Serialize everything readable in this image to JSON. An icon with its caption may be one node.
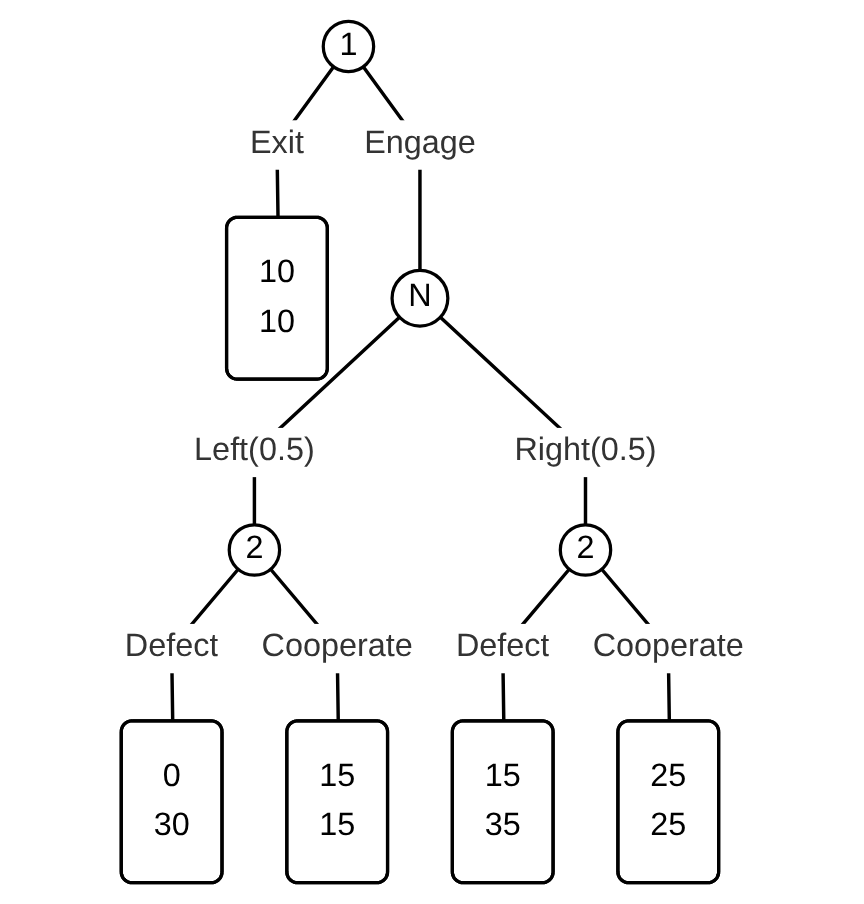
{
  "diagram": {
    "nodes": [
      {
        "text": [
          "1"
        ]
      },
      {
        "text": [
          "10",
          "10"
        ]
      },
      {
        "text": [
          "N"
        ]
      },
      {
        "text": [
          "2"
        ]
      },
      {
        "text": [
          "2"
        ]
      },
      {
        "text": [
          "0",
          "30"
        ]
      },
      {
        "text": [
          "15",
          "15"
        ]
      },
      {
        "text": [
          "15",
          "35"
        ]
      },
      {
        "text": [
          "25",
          "25"
        ]
      }
    ],
    "edges": [
      {
        "from": 0,
        "to": 1,
        "arrow": "none",
        "label": "Exit"
      },
      {
        "from": 0,
        "to": 2,
        "arrow": "none",
        "label": "Engage"
      },
      {
        "from": 2,
        "to": 3,
        "arrow": "none",
        "label": "Left(0.5)"
      },
      {
        "from": 2,
        "to": 4,
        "arrow": "none",
        "label": "Right(0.5)"
      },
      {
        "from": 3,
        "to": 5,
        "arrow": "none",
        "label": "Defect"
      },
      {
        "from": 3,
        "to": 6,
        "arrow": "none",
        "label": "Cooperate"
      },
      {
        "from": 4,
        "to": 7,
        "arrow": "none",
        "label": "Defect"
      },
      {
        "from": 4,
        "to": 8,
        "arrow": "none",
        "label": "Cooperate"
      }
    ]
  }
}
